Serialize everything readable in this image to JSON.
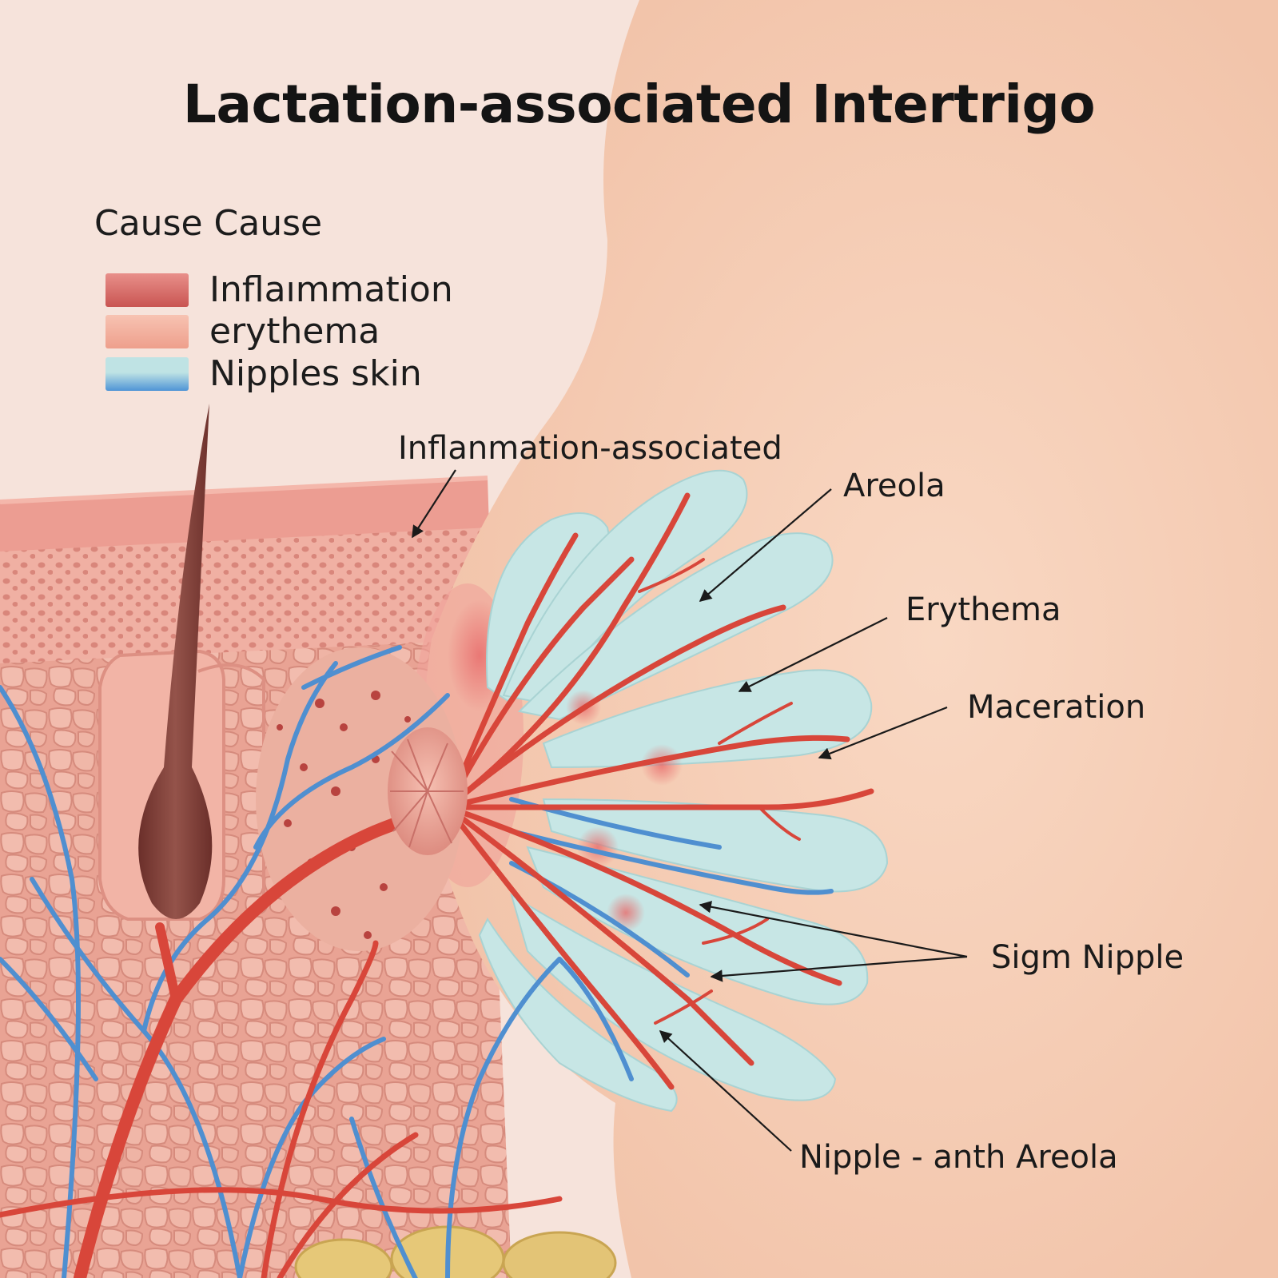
{
  "title": "Lactation-associated Intertrigo",
  "legend": {
    "heading": "Cause Cause",
    "items": [
      {
        "label": "Inflaımmation",
        "color_top": "#e88f8a",
        "color_bottom": "#c95552"
      },
      {
        "label": "erythema",
        "color_top": "#f7c3b2",
        "color_bottom": "#ee9f8c"
      },
      {
        "label": "Nipples skin",
        "color_top": "#bfe3e4",
        "color_bottom": "#4f94d6"
      }
    ]
  },
  "callouts": {
    "inflammation_associated": "Inflanmation-associated",
    "areola": "Areola",
    "erythema": "Erythema",
    "maceration": "Maceration",
    "sign_nipple": "Sigm Nipple",
    "nipple_and_areola": "Nipple - anth Areola"
  },
  "colors": {
    "background": "#f6e3db",
    "skin": "#f7d3bd",
    "epidermis": "#ec9d92",
    "dermis": "#eeb3a6",
    "artery": "#d8463a",
    "vein": "#4f8fd0",
    "duct": "#c7e6e5",
    "follicle": "#7a3b33",
    "fat": "#e3c476"
  }
}
